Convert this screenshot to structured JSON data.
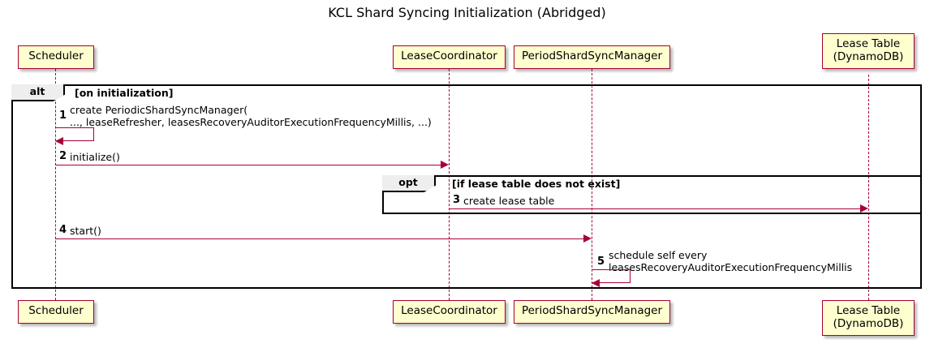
{
  "title": "KCL Shard Syncing Initialization (Abridged)",
  "colors": {
    "participant_fill": "#FEFECE",
    "participant_border": "#A80036",
    "arrow": "#A80036",
    "lifeline": "#A80036",
    "frame_border": "#000000",
    "frame_tab_fill": "#EEEEEE",
    "background": "#FFFFFF"
  },
  "participants": [
    {
      "id": "scheduler",
      "lines": [
        "Scheduler"
      ]
    },
    {
      "id": "lease-coordinator",
      "lines": [
        "LeaseCoordinator"
      ]
    },
    {
      "id": "period-shard-sync-manager",
      "lines": [
        "PeriodShardSyncManager"
      ]
    },
    {
      "id": "lease-table",
      "lines": [
        "Lease Table",
        "(DynamoDB)"
      ]
    }
  ],
  "fragments": [
    {
      "id": "alt-on-initialization",
      "type": "alt",
      "guard": "[on initialization]"
    },
    {
      "id": "opt-lease-table-missing",
      "type": "opt",
      "guard": "[if lease table does not exist]"
    }
  ],
  "messages": [
    {
      "number": "1",
      "from": "scheduler",
      "to": "scheduler",
      "self": true,
      "lines": [
        "create PeriodicShardSyncManager(",
        "   ..., leaseRefresher, leasesRecoveryAuditorExecutionFrequencyMillis, ...)"
      ]
    },
    {
      "number": "2",
      "from": "scheduler",
      "to": "lease-coordinator",
      "self": false,
      "lines": [
        "initialize()"
      ]
    },
    {
      "number": "3",
      "from": "lease-coordinator",
      "to": "lease-table",
      "self": false,
      "lines": [
        "create lease table"
      ]
    },
    {
      "number": "4",
      "from": "scheduler",
      "to": "period-shard-sync-manager",
      "self": false,
      "lines": [
        "start()"
      ]
    },
    {
      "number": "5",
      "from": "period-shard-sync-manager",
      "to": "period-shard-sync-manager",
      "self": true,
      "lines": [
        "schedule self every",
        "   leasesRecoveryAuditorExecutionFrequencyMillis"
      ]
    }
  ]
}
